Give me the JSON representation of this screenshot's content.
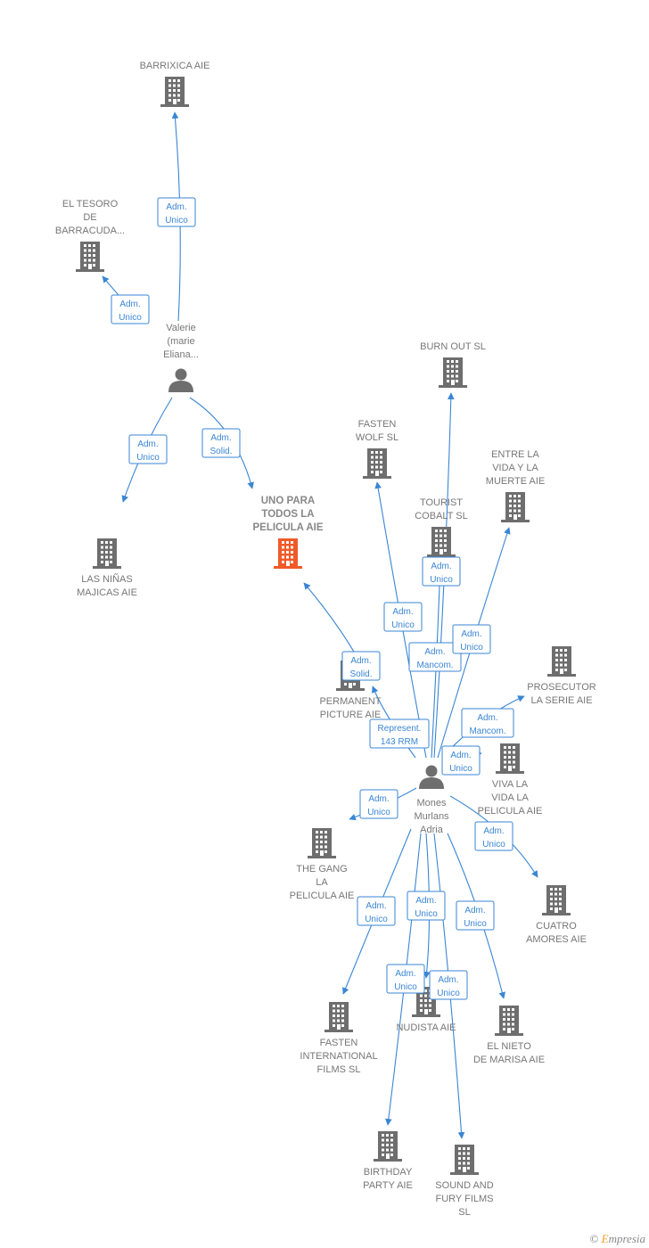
{
  "colors": {
    "edge": "#3a86d4",
    "company": "#6e6e6e",
    "highlight": "#f05a28",
    "person": "#6e6e6e",
    "label": "#777777"
  },
  "nodes": [
    {
      "id": "barrixica",
      "type": "company",
      "label": [
        "BARRIXICA  AIE"
      ]
    },
    {
      "id": "tesoro",
      "type": "company",
      "label": [
        "EL TESORO",
        "DE",
        "BARRACUDA..."
      ]
    },
    {
      "id": "valerie",
      "type": "person",
      "label": [
        "Valerie",
        "(marie",
        "Eliana..."
      ]
    },
    {
      "id": "ninas",
      "type": "company",
      "label": [
        "LAS NIÑAS",
        "MAJICAS  AIE"
      ]
    },
    {
      "id": "unopara",
      "type": "company",
      "highlight": true,
      "label": [
        "UNO PARA",
        "TODOS LA",
        "PELICULA  AIE"
      ]
    },
    {
      "id": "burnout",
      "type": "company",
      "label": [
        "BURN OUT  SL"
      ]
    },
    {
      "id": "fastenwolf",
      "type": "company",
      "label": [
        "FASTEN",
        "WOLF  SL"
      ]
    },
    {
      "id": "entre",
      "type": "company",
      "label": [
        "ENTRE LA",
        "VIDA Y LA",
        "MUERTE  AIE"
      ]
    },
    {
      "id": "tourist",
      "type": "company",
      "label": [
        "TOURIST",
        "COBALT  SL"
      ]
    },
    {
      "id": "permanent",
      "type": "company",
      "label": [
        "PERMANENT",
        "PICTURE  AIE"
      ]
    },
    {
      "id": "prosecutor",
      "type": "company",
      "label": [
        "PROSECUTOR",
        "LA SERIE AIE"
      ]
    },
    {
      "id": "viva",
      "type": "company",
      "label": [
        "VIVA LA",
        "VIDA LA",
        "PELICULA  AIE"
      ]
    },
    {
      "id": "mones",
      "type": "person",
      "label": [
        "Mones",
        "Murlans",
        "Adria"
      ]
    },
    {
      "id": "thegang",
      "type": "company",
      "label": [
        "THE GANG",
        "LA",
        "PELICULA  AIE"
      ]
    },
    {
      "id": "cuatro",
      "type": "company",
      "label": [
        "CUATRO",
        "AMORES  AIE"
      ]
    },
    {
      "id": "fasteninternational",
      "type": "company",
      "label": [
        "FASTEN",
        "INTERNATIONAL",
        "FILMS  SL"
      ]
    },
    {
      "id": "nudista",
      "type": "company",
      "label": [
        "NUDISTA  AIE"
      ]
    },
    {
      "id": "nieto",
      "type": "company",
      "label": [
        "EL NIETO",
        "DE MARISA  AIE"
      ]
    },
    {
      "id": "birthday",
      "type": "company",
      "label": [
        "BIRTHDAY",
        "PARTY  AIE"
      ]
    },
    {
      "id": "soundfury",
      "type": "company",
      "label": [
        "SOUND AND",
        "FURY FILMS",
        "SL"
      ]
    }
  ],
  "edges": [
    {
      "from": "valerie",
      "to": "barrixica",
      "label": [
        "Adm.",
        "Unico"
      ]
    },
    {
      "from": "valerie",
      "to": "tesoro",
      "label": [
        "Adm.",
        "Unico"
      ]
    },
    {
      "from": "valerie",
      "to": "ninas",
      "label": [
        "Adm.",
        "Unico"
      ]
    },
    {
      "from": "valerie",
      "to": "unopara",
      "label": [
        "Adm.",
        "Solid."
      ]
    },
    {
      "from": "permanent",
      "to": "unopara",
      "label": [
        "Adm.",
        "Solid."
      ]
    },
    {
      "from": "mones",
      "to": "permanent",
      "label": [
        "Represent.",
        "143 RRM"
      ]
    },
    {
      "from": "mones",
      "to": "burnout",
      "label": [
        "Adm.",
        "Mancom."
      ]
    },
    {
      "from": "mones",
      "to": "fastenwolf",
      "label": [
        "Adm.",
        "Unico"
      ]
    },
    {
      "from": "mones",
      "to": "tourist",
      "label": [
        "Adm.",
        "Unico"
      ]
    },
    {
      "from": "mones",
      "to": "entre",
      "label": [
        "Adm.",
        "Unico"
      ]
    },
    {
      "from": "mones",
      "to": "prosecutor",
      "label": [
        "Adm.",
        "Mancom."
      ]
    },
    {
      "from": "mones",
      "to": "viva",
      "label": [
        "Adm.",
        "Unico"
      ]
    },
    {
      "from": "mones",
      "to": "thegang",
      "label": [
        "Adm.",
        "Unico"
      ]
    },
    {
      "from": "mones",
      "to": "cuatro",
      "label": [
        "Adm.",
        "Unico"
      ]
    },
    {
      "from": "mones",
      "to": "fasteninternational",
      "label": [
        "Adm.",
        "Unico"
      ]
    },
    {
      "from": "mones",
      "to": "nudista",
      "label": [
        "Adm.",
        "Unico"
      ]
    },
    {
      "from": "mones",
      "to": "nieto",
      "label": [
        "Adm.",
        "Unico"
      ]
    },
    {
      "from": "mones",
      "to": "birthday",
      "label": [
        "Adm.",
        "Unico"
      ]
    },
    {
      "from": "mones",
      "to": "soundfury",
      "label": [
        "Adm.",
        "Unico"
      ]
    }
  ],
  "footer": {
    "copyright": "©",
    "brand_initial": "E",
    "brand_rest": "mpresia"
  }
}
